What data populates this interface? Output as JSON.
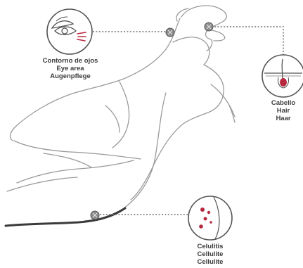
{
  "callouts": [
    {
      "id": "eye",
      "lines": [
        "Contorno de ojos",
        "Eye area",
        "Augenpflege"
      ]
    },
    {
      "id": "hair",
      "lines": [
        "Cabello",
        "Hair",
        "Haar"
      ]
    },
    {
      "id": "cellulite",
      "lines": [
        "Celulitis",
        "Cellulite",
        "Cellulite"
      ]
    }
  ],
  "colors": {
    "line": "#9a9a9a",
    "ink": "#3c3c3c",
    "accent": "#b7283e",
    "marker": "#6e6e6e"
  }
}
